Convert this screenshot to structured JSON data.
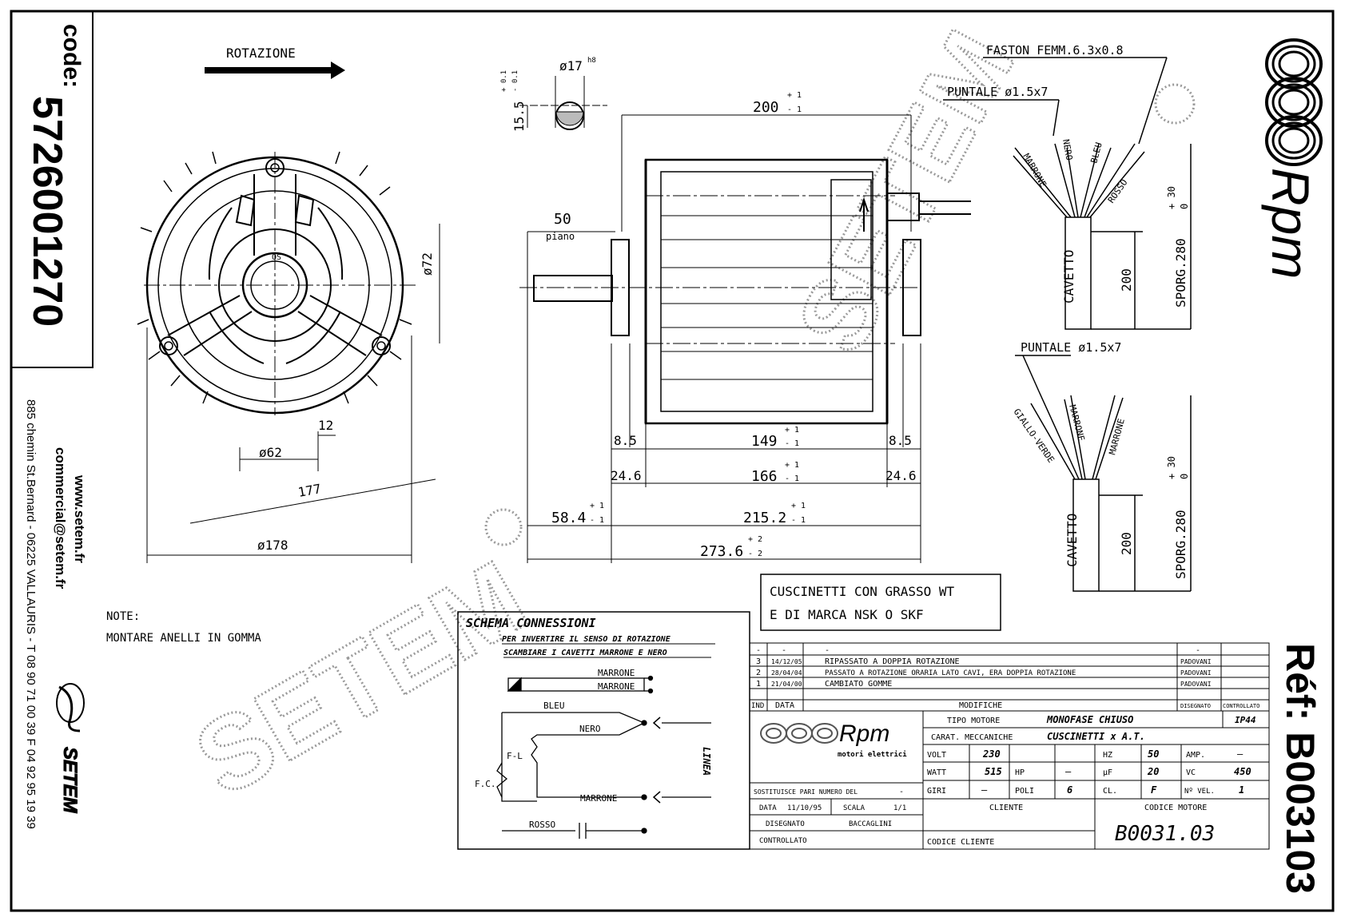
{
  "code": {
    "label": "code:",
    "value": "5726001270"
  },
  "address": {
    "web": "www.setem.fr",
    "email": "commercial@setem.fr",
    "street": "885 chemin St.Bernard - 06225 VALLAURIS - T 08 90 71 00 39  F 04 92 95 19 39",
    "company": "SETEM"
  },
  "brand": {
    "name": "Rpm",
    "subtitle": "motori elettrici",
    "watermark": "SETEM"
  },
  "ref": "Réf: B003103",
  "rotation_label": "ROTAZIONE",
  "front_view": {
    "dims": [
      "ø72",
      "12",
      "ø62",
      "177",
      "ø178"
    ],
    "os_label": "OS"
  },
  "side_view": {
    "shaft_section": {
      "dia": "ø17",
      "tol_fit": "h8",
      "height": "15.5",
      "tol_plus": "+ 0.1",
      "tol_minus": "- 0.1"
    },
    "dims": [
      {
        "value": "200",
        "tol_top": "+ 1",
        "tol_bot": "- 1"
      },
      {
        "value": "50",
        "tol_top": "",
        "tol_bot": ""
      },
      {
        "value": "149",
        "tol_top": "+ 1",
        "tol_bot": "- 1"
      },
      {
        "value": "166",
        "tol_top": "+ 1",
        "tol_bot": "- 1"
      },
      {
        "value": "58.4",
        "tol_top": "+ 1",
        "tol_bot": "- 1"
      },
      {
        "value": "215.2",
        "tol_top": "+ 1",
        "tol_bot": "- 1"
      },
      {
        "value": "273.6",
        "tol_top": "+ 2",
        "tol_bot": "- 2"
      }
    ],
    "piano_label": "piano",
    "small_dims": [
      "8.5",
      "8.5",
      "24.6",
      "24.6"
    ]
  },
  "cable1": {
    "faston": "FASTON FEMM.6.3x0.8",
    "puntale": "PUNTALE ø1.5x7",
    "wires": [
      "MARRONE",
      "NERO",
      "BLEU",
      "ROSSO"
    ],
    "cavetto": "CAVETTO",
    "length": "200",
    "sporg": "SPORG.280",
    "tol_top": "+ 30",
    "tol_bot": "0"
  },
  "cable2": {
    "puntale": "PUNTALE ø1.5x7",
    "wires": [
      "GIALLO-VERDE",
      "MARRONE",
      "MARRONE"
    ],
    "cavetto": "CAVETTO",
    "length": "200",
    "sporg": "SPORG.280",
    "tol_top": "+ 30",
    "tol_bot": "0"
  },
  "bearings_note": [
    "CUSCINETTI CON GRASSO WT",
    "E DI MARCA NSK O SKF"
  ],
  "note": {
    "title": "NOTE:",
    "text": "MONTARE ANELLI IN GOMMA"
  },
  "schema": {
    "title": "SCHEMA CONNESSIONI",
    "line1": "PER INVERTIRE IL SENSO DI ROTAZIONE",
    "line2": "SCAMBIARE I CAVETTI MARRONE E NERO",
    "top_wires": [
      "MARRONE",
      "MARRONE"
    ],
    "bleu": "BLEU",
    "nero": "NERO",
    "fl": "F-L",
    "fc": "F.C.",
    "marrone": "MARRONE",
    "rosso": "ROSSO",
    "linea": "LINEA"
  },
  "revisions": {
    "blank_row": [
      "-",
      "-",
      "-",
      "-"
    ],
    "rows": [
      {
        "ind": "3",
        "date": "14/12/05",
        "text": "RIPASSATO A DOPPIA ROTAZIONE",
        "by": "PADOVANI"
      },
      {
        "ind": "2",
        "date": "28/04/04",
        "text": "PASSATO A ROTAZIONE ORARIA LATO CAVI, ERA DOPPIA ROTAZIONE",
        "by": "PADOVANI"
      },
      {
        "ind": "1",
        "date": "21/04/00",
        "text": "CAMBIATO GOMME",
        "by": "PADOVANI"
      }
    ],
    "headers": {
      "ind": "IND",
      "data": "DATA",
      "modifiche": "MODIFICHE",
      "disegnato": "DISEGNATO",
      "controllato": "CONTROLLATO"
    }
  },
  "title_block": {
    "tipo_label": "TIPO MOTORE",
    "tipo_value": "MONOFASE CHIUSO",
    "ip": "IP44",
    "carat_label": "CARAT. MECCANICHE",
    "carat_value": "CUSCINETTI x A.T.",
    "volt_label": "VOLT",
    "volt": "230",
    "hz_label": "HZ",
    "hz": "50",
    "amp_label": "AMP.",
    "amp": "—",
    "watt_label": "WATT",
    "watt": "515",
    "hp_label": "HP",
    "hp": "—",
    "uf_label": "µF",
    "uf": "20",
    "vc_label": "VC",
    "vc": "450",
    "giri_label": "GIRI",
    "giri": "—",
    "poli_label": "POLI",
    "poli": "6",
    "cl_label": "CL.",
    "cl": "F",
    "vel_label": "Nº VEL.",
    "vel": "1",
    "sostituisce": "SOSTITUISCE PARI NUMERO DEL",
    "sost_val": "-",
    "data_label": "DATA",
    "data": "11/10/95",
    "scala_label": "SCALA",
    "scala": "1/1",
    "disegnato_label": "DISEGNATO",
    "disegnato": "BACCAGLINI",
    "controllato_label": "CONTROLLATO",
    "cliente_label": "CLIENTE",
    "codice_motore_label": "CODICE MOTORE",
    "codice_cliente_label": "CODICE CLIENTE",
    "codice_motore": "B0031.03"
  }
}
